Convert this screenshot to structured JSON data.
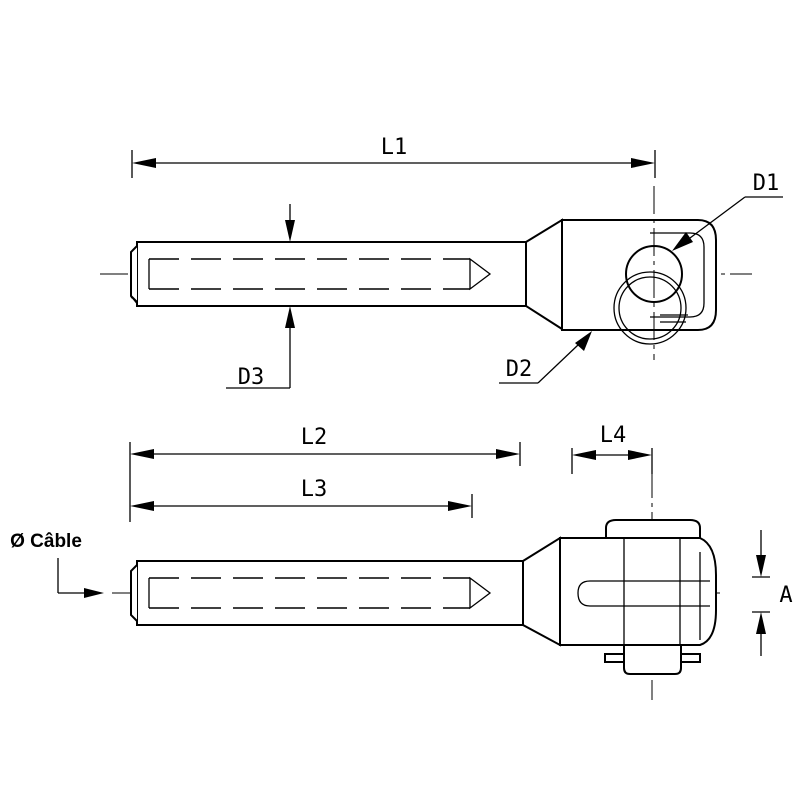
{
  "dimensions": {
    "l1": "L1",
    "l2": "L2",
    "l3": "L3",
    "l4": "L4",
    "d1": "D1",
    "d2": "D2",
    "d3": "D3",
    "a": "A",
    "cable": "Ø Câble"
  }
}
